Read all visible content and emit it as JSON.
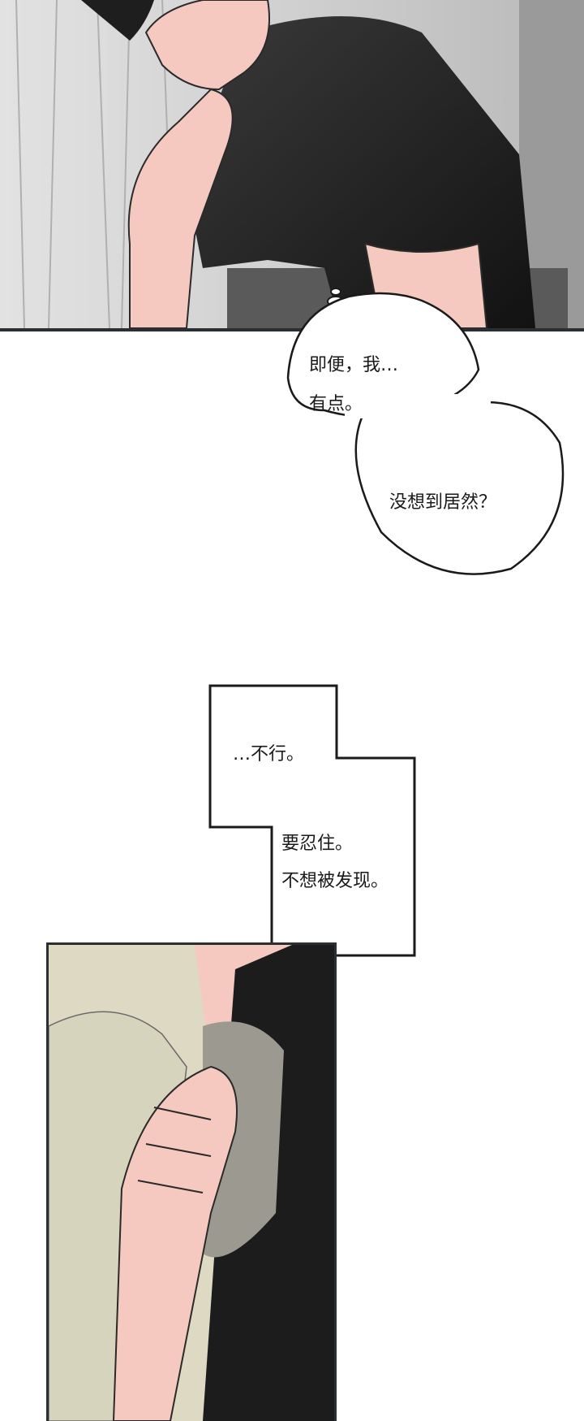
{
  "speech_bubble": {
    "lines": [
      "即便，我…",
      "有点。",
      "没想到居然？"
    ]
  },
  "narration_box": {
    "lines": [
      "…不行。",
      "要忍住。",
      "不想被发现。"
    ]
  },
  "colors": {
    "panel_border": "#2a2f33",
    "shirt_black": "#1c1c1c",
    "skin_pink": "#f6c9c0",
    "background_gray": "#cfcfcf",
    "beige_cloth": "#ddd9c2"
  }
}
